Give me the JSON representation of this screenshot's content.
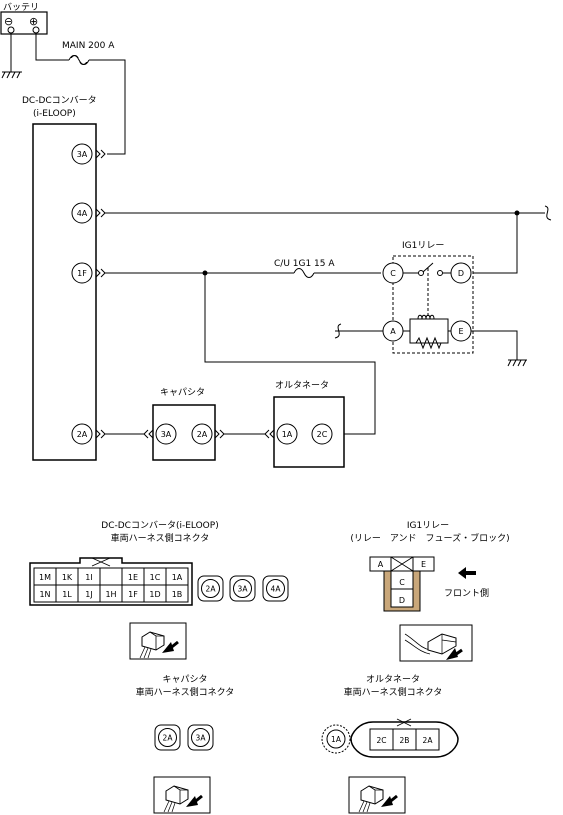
{
  "battery": {
    "label": "バッテリ",
    "minus": "⊖",
    "plus": "⊕"
  },
  "main_fuse": "MAIN 200 A",
  "converter": {
    "title_line1": "DC-DCコンバータ",
    "title_line2": "(i-ELOOP)",
    "pins": [
      "3A",
      "4A",
      "1F",
      "2A"
    ]
  },
  "ig1_relay": {
    "label": "IG1リレー",
    "pins": [
      "C",
      "D",
      "A",
      "E"
    ]
  },
  "cu_fuse": "C/U 1G1 15 A",
  "capacitor": {
    "label": "キャパシタ",
    "pins": [
      "3A",
      "2A"
    ]
  },
  "alternator": {
    "label": "オルタネータ",
    "pins": [
      "1A",
      "2C"
    ]
  },
  "connectors": {
    "converter": {
      "title_line1": "DC-DCコンバータ(i-ELOOP)",
      "title_line2": "車両ハーネス側コネクタ",
      "grid_top": [
        "1M",
        "1K",
        "1I",
        "",
        "1E",
        "1C",
        "1A"
      ],
      "grid_bottom": [
        "1N",
        "1L",
        "1J",
        "1H",
        "1F",
        "1D",
        "1B"
      ],
      "singles": [
        "2A",
        "3A",
        "4A"
      ]
    },
    "relay": {
      "title_line1": "IG1リレー",
      "title_line2": "(リレー　アンド　フューズ・ブロック)",
      "cells": [
        "A",
        "E",
        "C",
        "D"
      ],
      "front_label": "フロント側"
    },
    "capacitor": {
      "title_line1": "キャパシタ",
      "title_line2": "車両ハーネス側コネクタ",
      "pins": [
        "2A",
        "3A"
      ]
    },
    "alternator": {
      "title_line1": "オルタネータ",
      "title_line2": "車両ハーネス側コネクタ",
      "single": "1A",
      "pins": [
        "2C",
        "2B",
        "2A"
      ]
    }
  }
}
